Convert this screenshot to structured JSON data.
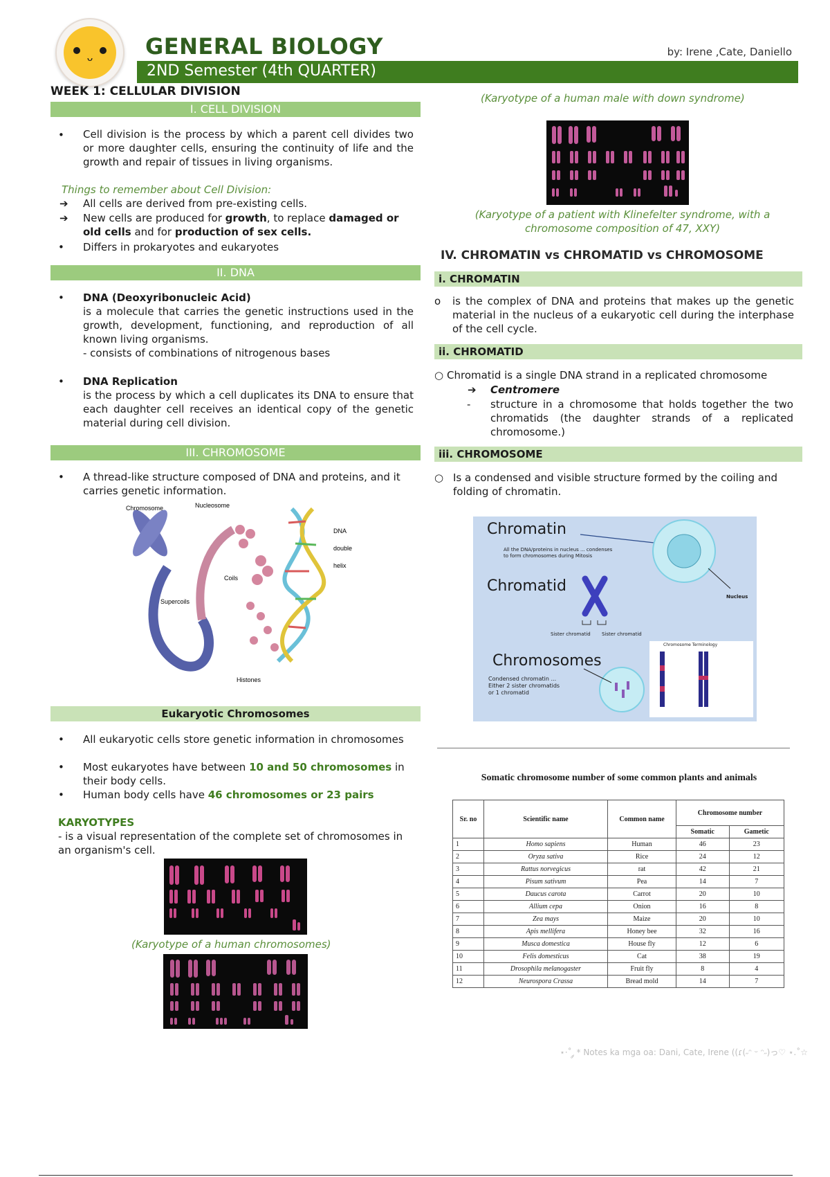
{
  "header": {
    "title": "GENERAL BIOLOGY",
    "semester": "2ND Semester (4th QUARTER)",
    "authors": "by: Irene ,Cate, Daniello",
    "week": "WEEK 1: CELLULAR DIVISION"
  },
  "left": {
    "cell_division": {
      "heading": "I. CELL DIVISION",
      "definition": "Cell division is the process by which a parent cell divides two or more daughter cells, ensuring the continuity of life and the growth and repair of tissues in living organisms.",
      "remember_title": "Things to remember about Cell Division:",
      "point1": "All cells are derived from pre-existing cells.",
      "point2_a": "New cells are produced for ",
      "point2_b": "growth",
      "point2_c": ", to replace ",
      "point2_d": "damaged or old cells",
      "point2_e": " and for ",
      "point2_f": "production of sex cells.",
      "point3": "Differs in prokaryotes and eukaryotes"
    },
    "dna": {
      "heading": "II. DNA",
      "term1": "DNA (Deoxyribonucleic Acid)",
      "def1": "is a molecule that carries the genetic instructions used in the growth, development, functioning, and reproduction of all known living organisms.",
      "def1b": "- consists of combinations of nitrogenous bases",
      "term2": "DNA Replication",
      "def2": "is the process by which a cell duplicates its DNA to ensure that each daughter cell receives an identical copy of the genetic material during cell division."
    },
    "chromosome": {
      "heading": "III. CHROMOSOME",
      "definition": "A thread-like structure composed of DNA and proteins, and it carries genetic information.",
      "fig_labels": {
        "chromosome": "Chromosome",
        "nucleosome": "Nucleosome",
        "dna": "DNA",
        "double": "double",
        "helix": "helix",
        "coils": "Coils",
        "supercoils": "Supercoils",
        "histones": "Histones"
      }
    },
    "eukaryotic": {
      "heading": "Eukaryotic Chromosomes",
      "b1": "All eukaryotic cells store genetic information in chromosomes",
      "b2_a": "Most eukaryotes have between ",
      "b2_b": "10 and 50 chromosomes",
      "b2_c": " in their body cells.",
      "b3_a": "Human body cells have ",
      "b3_b": "46 chromosomes or 23 pairs"
    },
    "karyotypes": {
      "heading": "KARYOTYPES",
      "definition": "- is a visual representation of the complete set of chromosomes in an organism's cell.",
      "caption1": "(Karyotype of a human chromosomes)"
    }
  },
  "right": {
    "caption_down": "(Karyotype of a human male with down syndrome)",
    "caption_klinefelter": "(Karyotype of a patient with Klinefelter syndrome, with a chromosome composition of 47, XXY)",
    "section4_heading": "IV. CHROMATIN vs CHROMATID vs CHROMOSOME",
    "chromatin": {
      "heading": "i. CHROMATIN",
      "text": "is the complex of DNA and proteins that makes up the genetic material in the nucleus of a eukaryotic cell during the interphase of the cell cycle."
    },
    "chromatid": {
      "heading": "ii. CHROMATID",
      "text": "Chromatid is a single DNA strand in a replicated chromosome",
      "sub_term": "Centromere",
      "sub_text": "structure in a chromosome that holds together the two chromatids (the daughter strands of a replicated chromosome.)"
    },
    "chromosome": {
      "heading": "iii. CHROMOSOME",
      "text": "Is a condensed and visible structure formed by the coiling and folding of chromatin."
    },
    "diagram": {
      "chromatin": "Chromatin",
      "chromatin_note": "All the DNA/proteins in nucleus ... condenses to form chromosomes during Mitosis",
      "chromatid": "Chromatid",
      "sister1": "Sister chromatid",
      "sister2": "Sister chromatid",
      "nucleus": "Nucleus",
      "chromosomes": "Chromosomes",
      "chromosomes_note": "Condensed chromatin ... Either 2 sister chromatids or 1 chromatid",
      "terminology": "Chromosome Terminology"
    },
    "table": {
      "title": "Somatic chromosome number of some common plants and animals",
      "headers": {
        "sr": "Sr. no",
        "sci": "Scientific name",
        "common": "Common name",
        "number": "Chromosome number",
        "somatic": "Somatic",
        "gametic": "Gametic"
      },
      "rows": [
        [
          "1",
          "Homo sapiens",
          "Human",
          "46",
          "23"
        ],
        [
          "2",
          "Oryza sativa",
          "Rice",
          "24",
          "12"
        ],
        [
          "3",
          "Rattus norvegicus",
          "rat",
          "42",
          "21"
        ],
        [
          "4",
          "Pisum sativum",
          "Pea",
          "14",
          "7"
        ],
        [
          "5",
          "Daucus carota",
          "Carrot",
          "20",
          "10"
        ],
        [
          "6",
          "Allium cepa",
          "Onion",
          "16",
          "8"
        ],
        [
          "7",
          "Zea mays",
          "Maize",
          "20",
          "10"
        ],
        [
          "8",
          "Apis mellifera",
          "Honey bee",
          "32",
          "16"
        ],
        [
          "9",
          "Musca domestica",
          "House fly",
          "12",
          "6"
        ],
        [
          "10",
          "Felis domesticus",
          "Cat",
          "38",
          "19"
        ],
        [
          "11",
          "Drosophila melanogaster",
          "Fruit fly",
          "8",
          "4"
        ],
        [
          "12",
          "Neurospora Crassa",
          "Bread mold",
          "14",
          "7"
        ]
      ]
    },
    "footer": "⋆·˚ ༘ * Notes ka mga oa: Dani, Cate, Irene ((ɾ(˶ᵔ ᵕ ᵔ˶)っ♡ ⋆.˚☆"
  },
  "colors": {
    "dark_green": "#3f7d1f",
    "light_green_bar": "#9ccb7e",
    "pale_green_bar": "#c9e2b7",
    "title_green": "#2f5d1e"
  }
}
